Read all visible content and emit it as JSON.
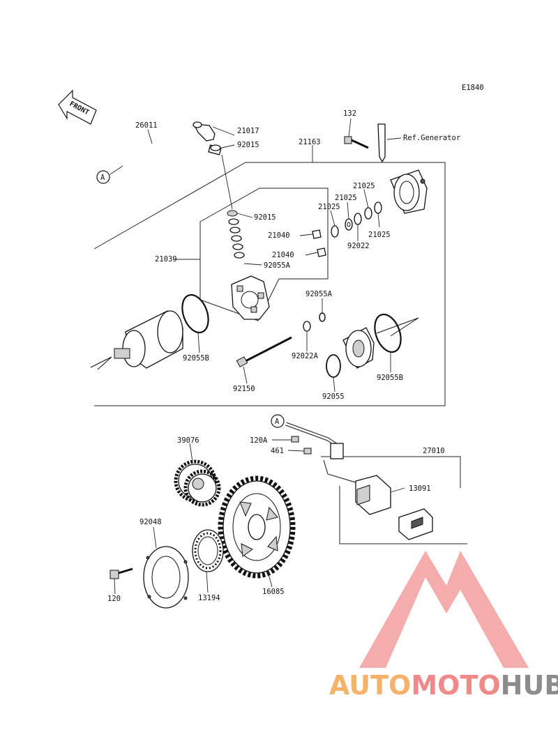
{
  "diagram_code": "E1840",
  "front_label": "FRONT",
  "ref_text": "Ref.Generator",
  "connector_marker": "A",
  "callouts": {
    "p26011": "26011",
    "p21017": "21017",
    "p92015a": "92015",
    "p21163": "21163",
    "p132": "132",
    "p92015b": "92015",
    "p21025a": "21025",
    "p21025b": "21025",
    "p21025c": "21025",
    "p21025d": "21025",
    "p92022": "92022",
    "p21040a": "21040",
    "p21040b": "21040",
    "p21039": "21039",
    "p92055Aa": "92055A",
    "p92055Ab": "92055A",
    "p92055Ba": "92055B",
    "p92022A": "92022A",
    "p92150": "92150",
    "p92055": "92055",
    "p92055Bb": "92055B",
    "p120A": "120A",
    "p461": "461",
    "p27010": "27010",
    "p13091": "13091",
    "p39076": "39076",
    "p92048": "92048",
    "p120": "120",
    "p13194": "13194",
    "p16085": "16085"
  },
  "watermark": {
    "brand_part1": "AUTO",
    "brand_part2": "MOTO",
    "brand_part3": "HUB",
    "color_orange": "#f5b26b",
    "color_red": "#f08a8a",
    "color_gray": "#8c8c8c"
  }
}
